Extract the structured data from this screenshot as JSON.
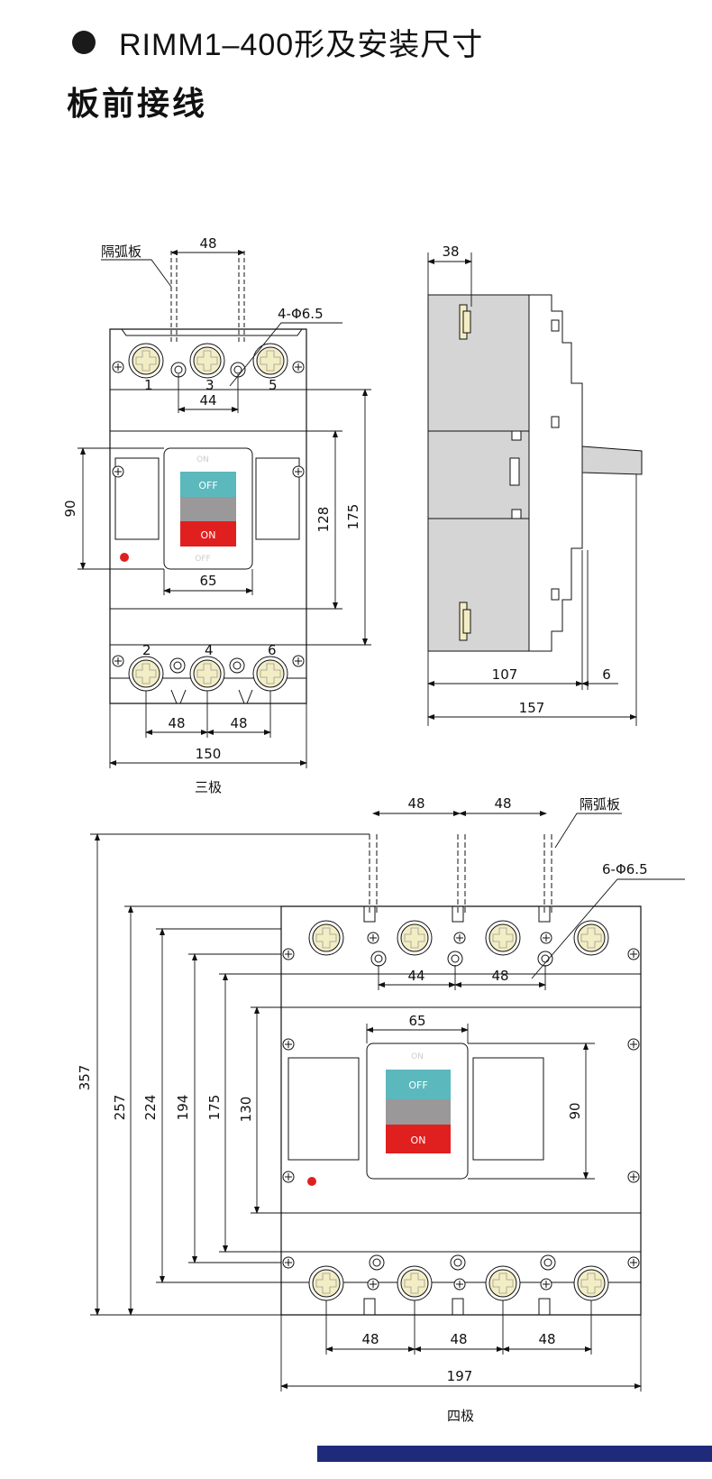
{
  "header": {
    "title": "RIMM1–400形及安装尺寸",
    "subtitle": "板前接线"
  },
  "three_pole": {
    "caption": "三极",
    "arc_plate": "隔弧板",
    "hole_spec": "4-Φ6.5",
    "terminals_top": [
      "1",
      "3",
      "5"
    ],
    "terminals_bottom": [
      "2",
      "4",
      "6"
    ],
    "handle": {
      "off": "OFF",
      "on": "ON",
      "off_small": "OFF",
      "on_small": "ON"
    },
    "dims": {
      "top_pitch": "48",
      "hole_pitch": "44",
      "handle_height": "90",
      "inner_height": "128",
      "outer_height": "175",
      "handle_width": "65",
      "bottom_pitch_1": "48",
      "bottom_pitch_2": "48",
      "width": "150"
    }
  },
  "side_view": {
    "dims": {
      "top_depth": "38",
      "body_depth": "107",
      "handle_depth": "6",
      "total_depth": "157"
    }
  },
  "four_pole": {
    "caption": "四极",
    "arc_plate": "隔弧板",
    "hole_spec": "6-Φ6.5",
    "handle": {
      "off": "OFF",
      "on": "ON",
      "on_small": "ON"
    },
    "dims": {
      "top_pitch_1": "48",
      "top_pitch_2": "48",
      "hole_pitch_1": "44",
      "hole_pitch_2": "48",
      "handle_width": "65",
      "handle_height": "90",
      "h357": "357",
      "h257": "257",
      "h224": "224",
      "h194": "194",
      "h175": "175",
      "h130": "130",
      "bottom_pitch_1": "48",
      "bottom_pitch_2": "48",
      "bottom_pitch_3": "48",
      "width": "197"
    }
  },
  "colors": {
    "off_button": "#5bb8bd",
    "gray_button": "#9a9898",
    "on_button": "#e0201f",
    "indicator": "#e0201f",
    "side_body": "#d5d5d5",
    "terminal_fill": "#f3edc4",
    "accent_bar": "#1f2a7a"
  }
}
